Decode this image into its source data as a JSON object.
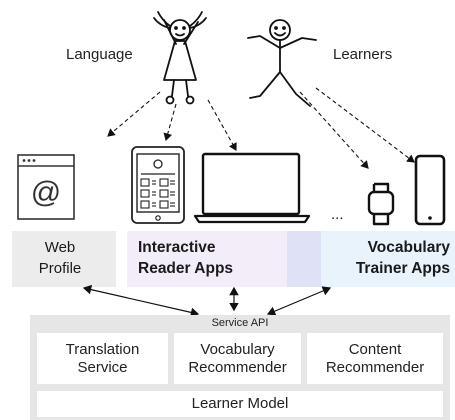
{
  "top_labels": {
    "left": "Language",
    "right": "Learners"
  },
  "figures": [
    "girl-stick-figure-icon",
    "boy-stick-figure-icon"
  ],
  "devices": {
    "web_icon": "browser-at-sign-icon",
    "tablet_icon": "tablet-icon",
    "laptop_icon": "laptop-icon",
    "ellipsis": "...",
    "watch_icon": "smartwatch-icon",
    "phone_icon": "smartphone-icon"
  },
  "clients": {
    "web": "Web\nProfile",
    "reader": "Interactive\nReader Apps",
    "trainer": "Vocabulary\nTrainer Apps"
  },
  "backend": {
    "api_label": "Service API",
    "services": [
      "Translation\nService",
      "Vocabulary\nRecommender",
      "Content\nRecommender"
    ],
    "learner_model": "Learner Model"
  },
  "colors": {
    "web_bg": "#ececec",
    "reader_bg": "#f3ecf9",
    "overlap_bg": "#dfe1f6",
    "trainer_bg": "#e9f3fb",
    "backend_bg": "#e6e6e6",
    "service_bg": "#ffffff"
  }
}
